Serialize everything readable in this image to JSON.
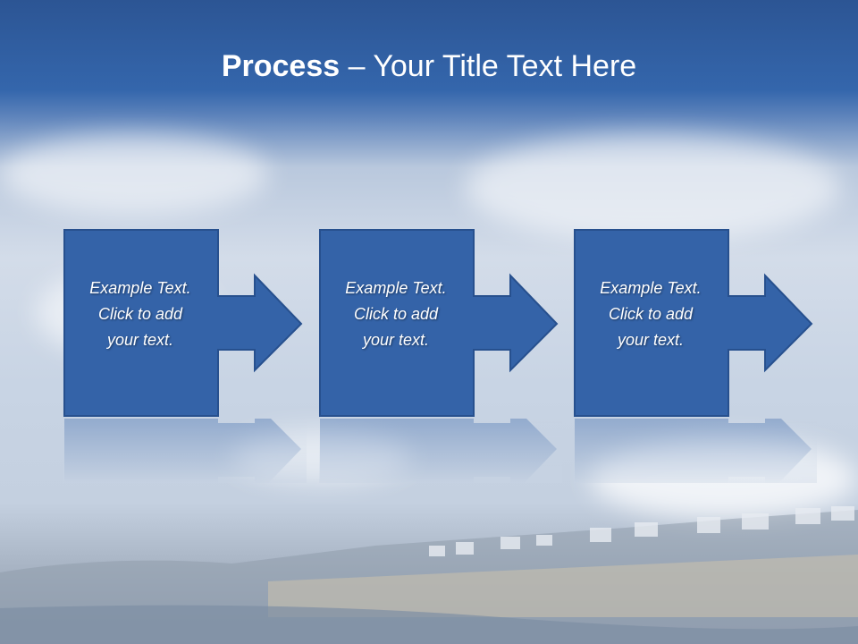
{
  "title": {
    "bold": "Process",
    "rest": " – Your Title Text Here"
  },
  "steps": [
    {
      "line1": "Example Text.",
      "line2": "Click  to add",
      "line3": "your text."
    },
    {
      "line1": "Example Text.",
      "line2": "Click  to add",
      "line3": "your text."
    },
    {
      "line1": "Example Text.",
      "line2": "Click  to add",
      "line3": "your text."
    }
  ],
  "colors": {
    "box": "#3463a8",
    "border": "#27508e",
    "title_bar": "#2c5594"
  }
}
